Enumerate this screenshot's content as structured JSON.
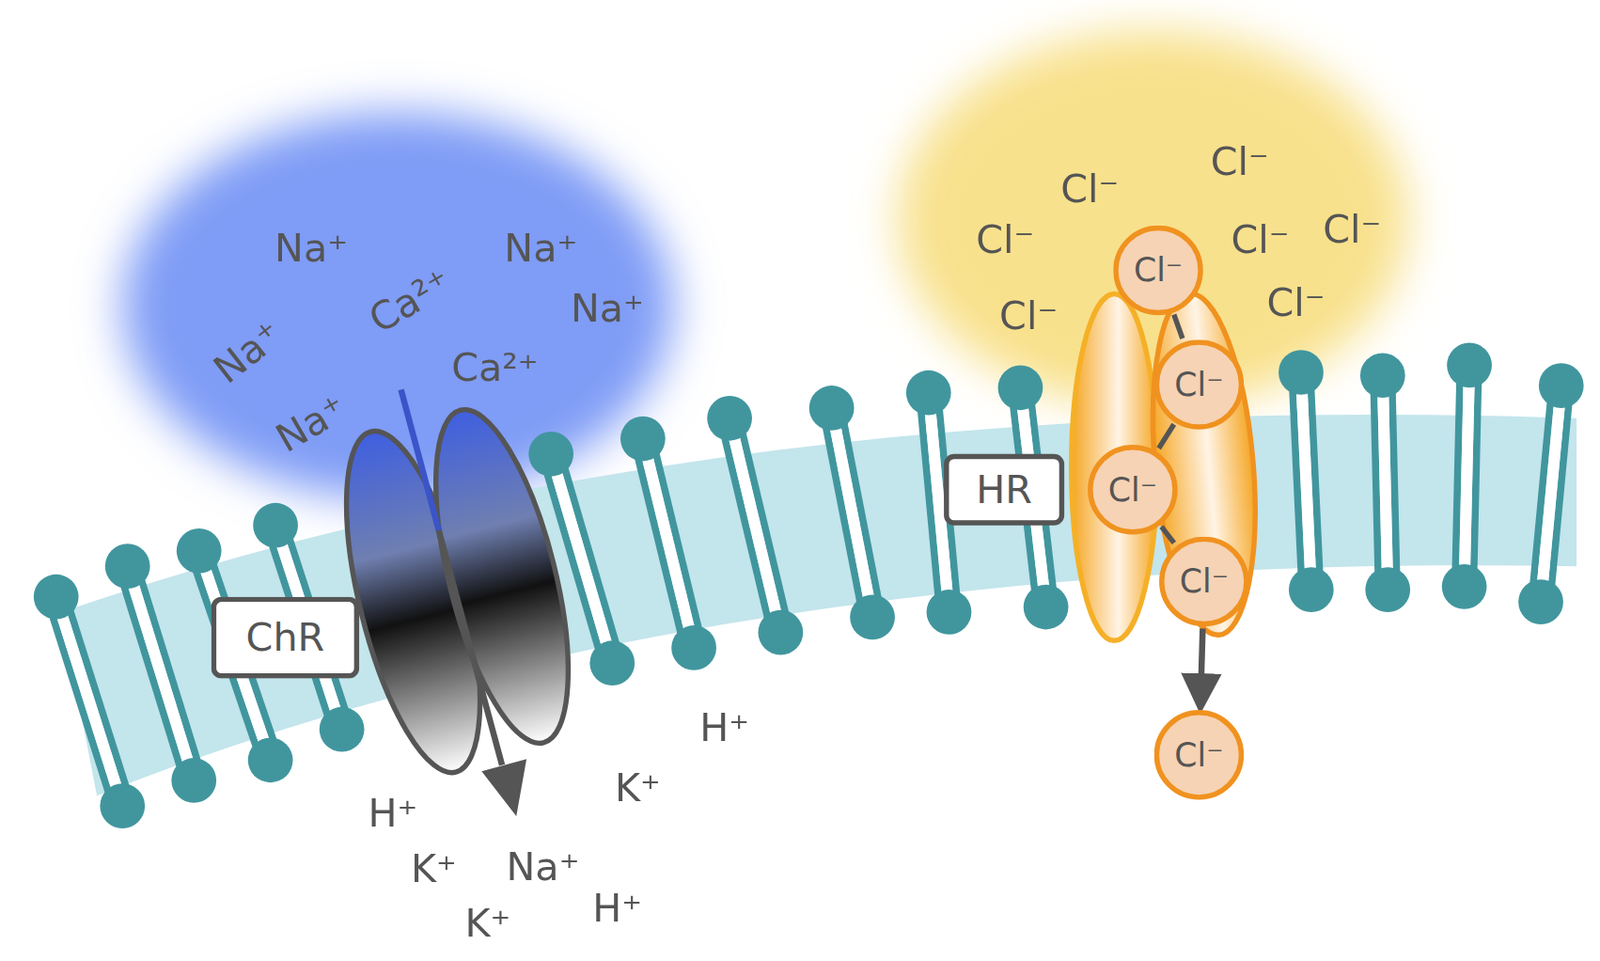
{
  "diagram": {
    "nodes": [
      {
        "text": [
          "ChR"
        ]
      },
      {
        "text": [
          "HR"
        ]
      },
      {
        "text": [
          "Cl⁻"
        ]
      },
      {
        "text": [
          "Cl⁻"
        ]
      },
      {
        "text": [
          "Cl⁻"
        ]
      },
      {
        "text": [
          "Cl⁻"
        ]
      },
      {
        "text": [
          "Cl⁻"
        ]
      }
    ],
    "edges": [
      {
        "from": 2,
        "to": 3,
        "arrow": "none"
      },
      {
        "from": 3,
        "to": 4,
        "arrow": "none"
      },
      {
        "from": 4,
        "to": 5,
        "arrow": "none"
      },
      {
        "from": 5,
        "to": 6,
        "arrow": "to"
      }
    ],
    "labels": [
      "Na⁺",
      "Na⁺",
      "Na⁺",
      "Ca²⁺",
      "Na⁺",
      "Ca²⁺",
      "Na⁺",
      "H⁺",
      "K⁺",
      "Na⁺",
      "K⁺",
      "H⁺",
      "K⁺",
      "H⁺",
      "Cl⁻",
      "Cl⁻",
      "Cl⁻",
      "Cl⁻",
      "Cl⁻",
      "Cl⁻",
      "Cl⁻"
    ]
  }
}
